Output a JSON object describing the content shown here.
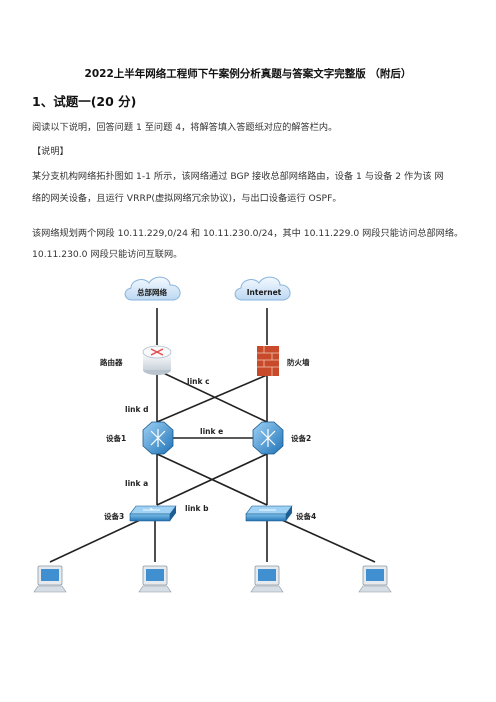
{
  "doc": {
    "title": "2022上半年网络工程师下午案例分析真题与答案文字完整版 （附后）",
    "section": "1、试题一(20 分)",
    "intro": "阅读以下说明，回答问题 1 至问题 4，将解答填入答题纸对应的解答栏内。",
    "note_label": "【说明】",
    "para1_line1": "某分支机构网络拓扑图如 1-1 所示，该网络通过 BGP 接收总部网络路由，设备 1 与设备 2 作为该 网",
    "para1_line2": "络的网关设备，且运行 VRRP(虚拟网络冗余协议)，与出口设备运行 OSPF。",
    "para2_line1": "该网络规划两个网段 10.11.229,0/24 和 10.11.230.0/24，其中 10.11.229.0 网段只能访问总部网络。",
    "para2_line2": "10.11.230.0 网段只能访问互联网。"
  },
  "diagram": {
    "cloud_hq": "总部网络",
    "cloud_internet": "Internet",
    "router": "路由器",
    "firewall": "防火墙",
    "device1": "设备1",
    "device2": "设备2",
    "device3": "设备3",
    "device4": "设备4",
    "link_a": "link a",
    "link_b": "link b",
    "link_c": "link c",
    "link_d": "link d",
    "link_e": "link e"
  }
}
